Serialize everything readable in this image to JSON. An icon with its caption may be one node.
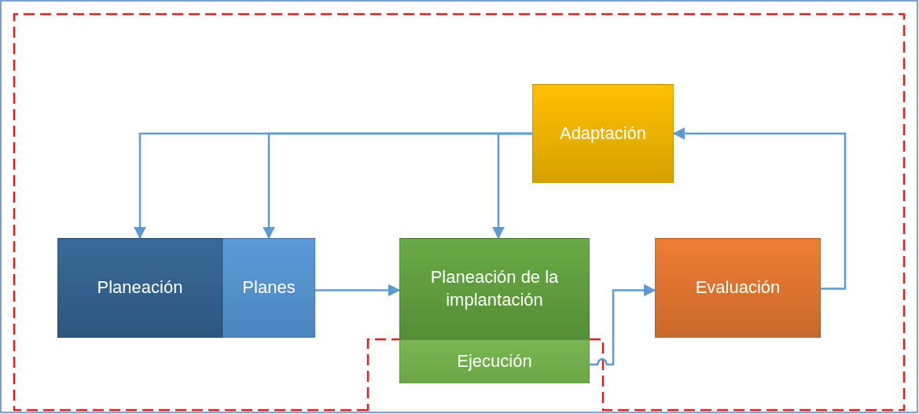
{
  "diagram": {
    "nodes": [
      {
        "text": [
          "Adaptación"
        ]
      },
      {
        "text": [
          "Planeación"
        ]
      },
      {
        "text": [
          "Planes"
        ]
      },
      {
        "text": [
          "Planeación de la implantación"
        ]
      },
      {
        "text": [
          "Ejecución"
        ]
      },
      {
        "text": [
          "Evaluación"
        ]
      }
    ],
    "edges": [
      {
        "from": 0,
        "to": 1,
        "arrow": "to"
      },
      {
        "from": 0,
        "to": 2,
        "arrow": "to"
      },
      {
        "from": 0,
        "to": 3,
        "arrow": "to"
      },
      {
        "from": 2,
        "to": 3,
        "arrow": "to"
      },
      {
        "from": 4,
        "to": 5,
        "arrow": "to"
      },
      {
        "from": 5,
        "to": 0,
        "arrow": "to"
      }
    ]
  }
}
